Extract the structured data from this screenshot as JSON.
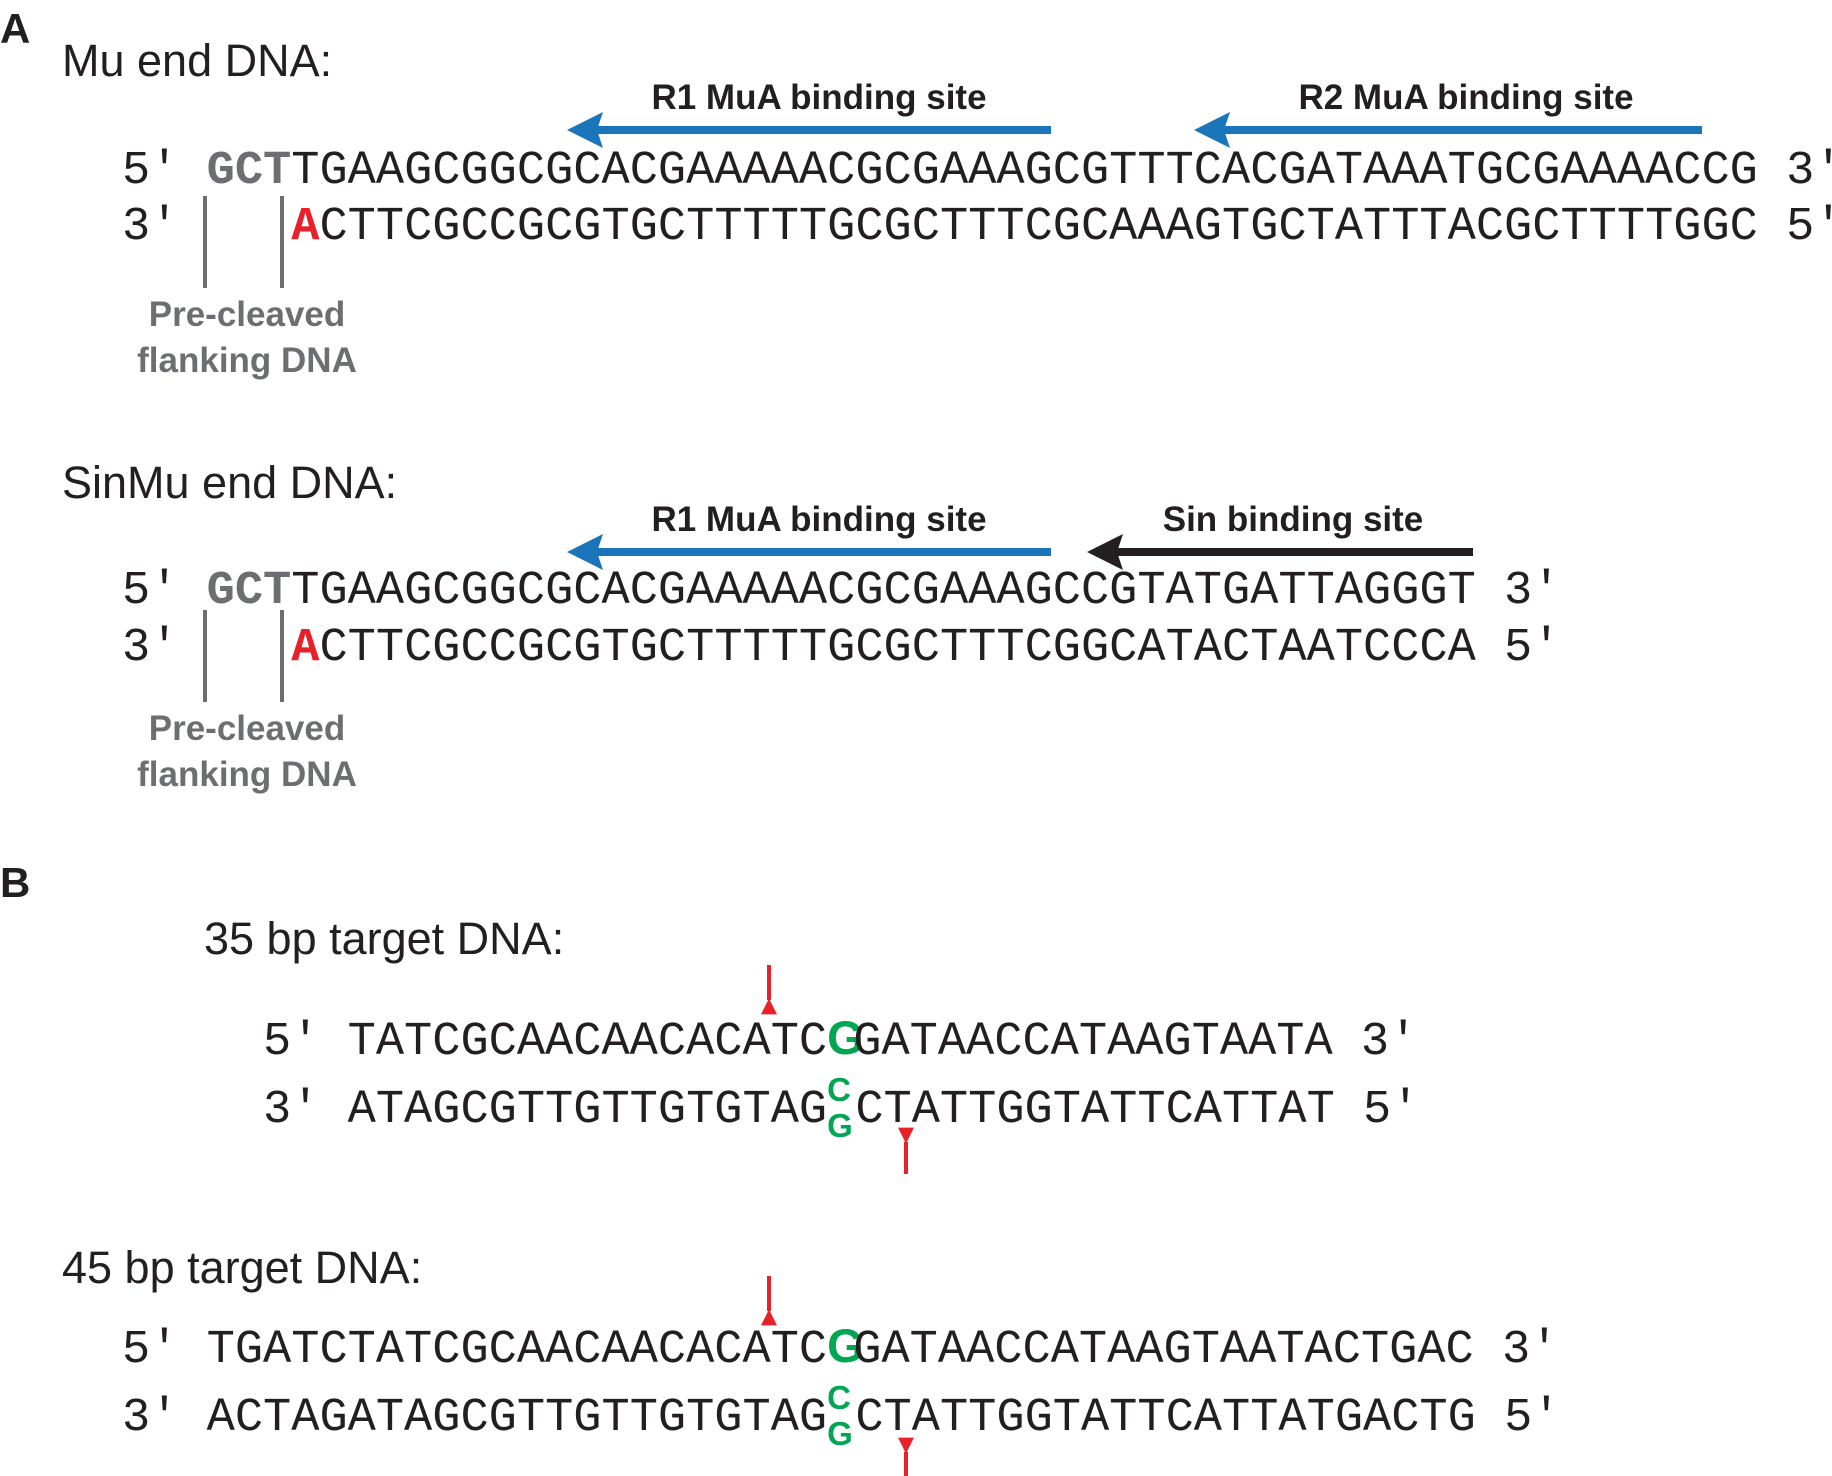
{
  "panel_a": {
    "label": "A",
    "mu_end": {
      "title": "Mu end DNA:",
      "sites": [
        "R1 MuA binding site",
        "R2 MuA binding site"
      ],
      "top_prefix": "5′ ",
      "top_flank": "GCT",
      "top_seq": "TGAAGCGGCGCACGAAAAACGCGAAAGCGTTTCACGATAAATGCGAAAACCG",
      "top_suffix": " 3′",
      "bottom_prefix": "3′    ",
      "bottom_marked": "A",
      "bottom_seq": "CTTCGCCGCGTGCTTTTTGCGCTTTCGCAAAGTGCTATTTACGCTTTTGGC",
      "bottom_suffix": " 5′",
      "flank_label_1": "Pre-cleaved",
      "flank_label_2": "flanking DNA"
    },
    "sinmu_end": {
      "title": "SinMu end DNA:",
      "sites": [
        "R1 MuA binding site",
        "Sin binding site"
      ],
      "top_prefix": "5′ ",
      "top_flank": "GCT",
      "top_seq": "TGAAGCGGCGCACGAAAAACGCGAAAGCCGTATGATTAGGGT",
      "top_suffix": " 3′",
      "bottom_prefix": "3′    ",
      "bottom_marked": "A",
      "bottom_seq": "CTTCGCCGCGTGCTTTTTGCGCTTTCGGCATACTAATCCCA",
      "bottom_suffix": " 5′",
      "flank_label_1": "Pre-cleaved",
      "flank_label_2": "flanking DNA"
    }
  },
  "panel_b": {
    "label": "B",
    "target35": {
      "title": "35 bp target DNA:",
      "top_prefix": "5′ ",
      "top_left": "TATCGCAACAACACATC",
      "top_mark": "G",
      "top_right": "GATAACCATAAGTAATA",
      "top_suffix": " 3′",
      "bottom_prefix": "3′ ",
      "bottom_left": "ATAGCGTTGTTGTGTAG",
      "bottom_mark_top": "C",
      "bottom_mark_bottom": "G",
      "bottom_right": "CTATTGGTATTCATTAT",
      "bottom_suffix": " 5′"
    },
    "target45": {
      "title": "45 bp target DNA:",
      "top_prefix": "5′ ",
      "top_left": "TGATCTATCGCAACAACACATC",
      "top_mark": "G",
      "top_right": "GATAACCATAAGTAATACTGAC",
      "top_suffix": " 3′",
      "bottom_prefix": "3′ ",
      "bottom_left": "ACTAGATAGCGTTGTTGTGTAG",
      "bottom_mark_top": "C",
      "bottom_mark_bottom": "G",
      "bottom_right": "CTATTGGTATTCATTATGACTG",
      "bottom_suffix": " 5′"
    }
  },
  "colors": {
    "muA_arrow": "#1b75bb",
    "sin_arrow": "#231f20",
    "cleavage": "#e8202a",
    "target_base": "#00a651",
    "flank": "#6d6e71"
  }
}
